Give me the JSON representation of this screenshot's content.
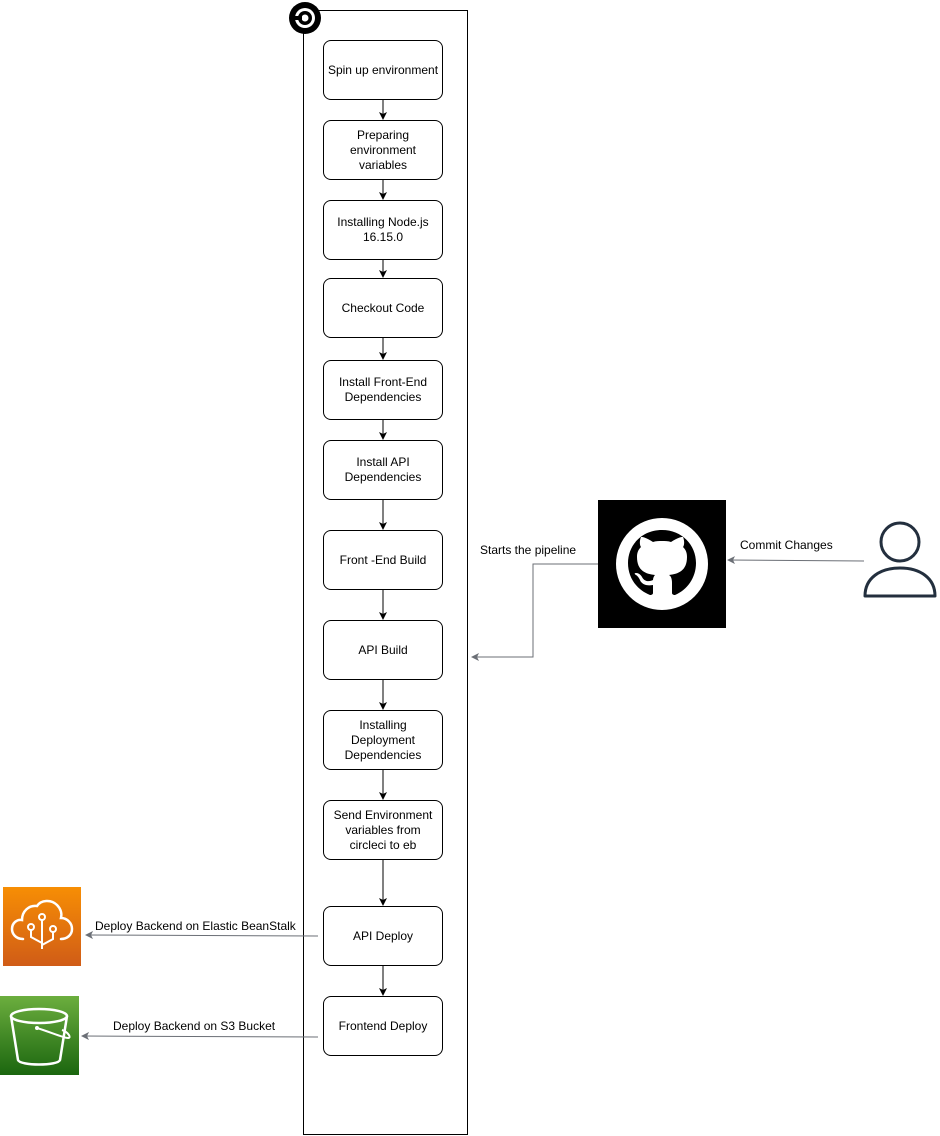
{
  "steps": [
    {
      "label": "Spin up environment"
    },
    {
      "label": "Preparing environment variables"
    },
    {
      "label": "Installing Node.js 16.15.0"
    },
    {
      "label": "Checkout Code"
    },
    {
      "label": "Install Front-End Dependencies"
    },
    {
      "label": "Install API Dependencies"
    },
    {
      "label": "Front -End Build"
    },
    {
      "label": "API Build"
    },
    {
      "label": "Installing Deployment Dependencies"
    },
    {
      "label": "Send Environment variables from circleci to eb"
    },
    {
      "label": "API Deploy"
    },
    {
      "label": "Frontend Deploy"
    }
  ],
  "edges": {
    "starts_pipeline": "Starts the pipeline",
    "commit_changes": "Commit Changes",
    "deploy_backend_eb": "Deploy Backend on Elastic BeanStalk",
    "deploy_backend_s3": "Deploy Backend on S3 Bucket"
  },
  "icons": {
    "pipeline": "circleci-icon",
    "repo": "github-icon",
    "actor": "user-icon",
    "backend_target": "elastic-beanstalk-icon",
    "frontend_target": "s3-bucket-icon"
  },
  "colors": {
    "github_bg": "#000000",
    "eb_top": "#f78e04",
    "eb_bottom": "#d05c17",
    "s3_top": "#6cae3e",
    "s3_bottom": "#1b660f",
    "user_stroke": "#232f3e",
    "connector_gray": "#6b6f76"
  }
}
